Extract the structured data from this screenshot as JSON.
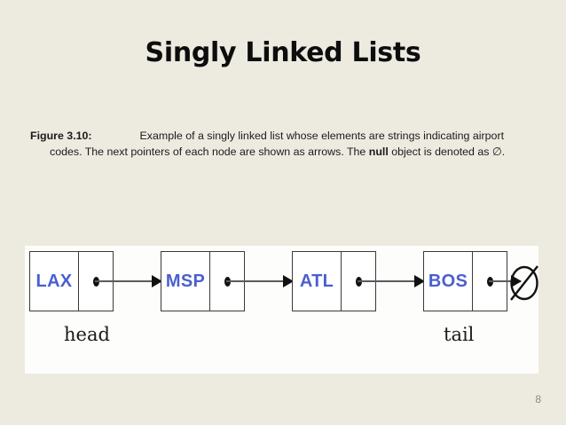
{
  "slide": {
    "title": "Singly Linked Lists",
    "page_number": "8",
    "background_color": "#edeae0",
    "panel_color": "#fdfdfb"
  },
  "caption": {
    "figure_label": "Figure 3.10:",
    "text_part_1": "Example of a singly linked list whose elements are strings indicating airport codes. The next pointers of each node are shown as arrows. The ",
    "bold_word": "null",
    "text_part_2": " object is denoted as ∅."
  },
  "diagram": {
    "type": "singly-linked-list",
    "node_text_color": "#4a5fd0",
    "nodes": [
      {
        "value": "LAX"
      },
      {
        "value": "MSP"
      },
      {
        "value": "ATL"
      },
      {
        "value": "BOS"
      }
    ],
    "terminator": "∅",
    "head_label": "head",
    "tail_label": "tail"
  }
}
